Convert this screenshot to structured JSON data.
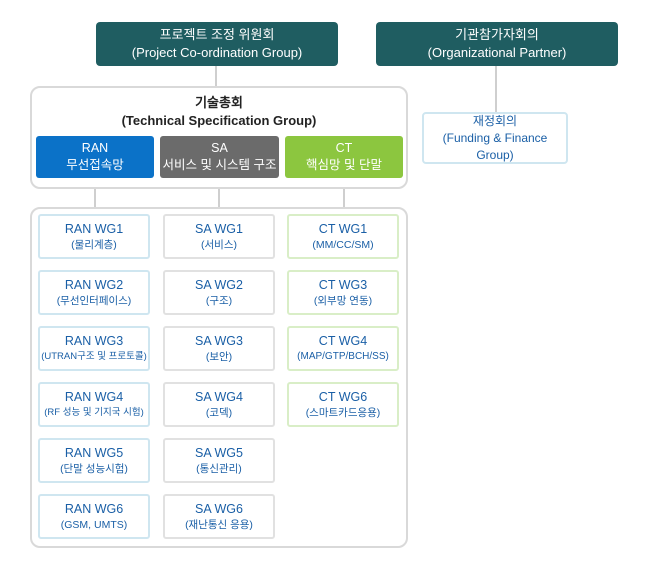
{
  "top_boxes": {
    "pcg": {
      "title": "프로젝트 조정 위원회",
      "subtitle": "(Project Co-ordination Group)"
    },
    "op": {
      "title": "기관참가자회의",
      "subtitle": "(Organizational Partner)"
    }
  },
  "tsg": {
    "title": "기술총회",
    "subtitle": "(Technical Specification Group)",
    "groups": [
      {
        "name": "RAN",
        "desc": "무선접속망",
        "color": "#0b72c8"
      },
      {
        "name": "SA",
        "desc": "서비스 및 시스템 구조",
        "color": "#6b6b6b"
      },
      {
        "name": "CT",
        "desc": "핵심망 및 단말",
        "color": "#8cc63f"
      }
    ]
  },
  "funding": {
    "title": "재정회의",
    "subtitle": "(Funding & Finance Group)"
  },
  "working_groups": {
    "ran": [
      {
        "name": "RAN WG1",
        "desc": "(물리계층)"
      },
      {
        "name": "RAN WG2",
        "desc": "(무선인터페이스)"
      },
      {
        "name": "RAN WG3",
        "desc": "(UTRAN구조 및 프로토콜)"
      },
      {
        "name": "RAN WG4",
        "desc": "(RF 성능 및 기지국 시험)"
      },
      {
        "name": "RAN WG5",
        "desc": "(단말 성능시험)"
      },
      {
        "name": "RAN WG6",
        "desc": "(GSM, UMTS)"
      }
    ],
    "sa": [
      {
        "name": "SA WG1",
        "desc": "(서비스)"
      },
      {
        "name": "SA WG2",
        "desc": "(구조)"
      },
      {
        "name": "SA WG3",
        "desc": "(보안)"
      },
      {
        "name": "SA WG4",
        "desc": "(코덱)"
      },
      {
        "name": "SA WG5",
        "desc": "(통신관리)"
      },
      {
        "name": "SA WG6",
        "desc": "(재난통신 응용)"
      }
    ],
    "ct": [
      {
        "name": "CT WG1",
        "desc": "(MM/CC/SM)"
      },
      {
        "name": "CT WG3",
        "desc": "(외부망 연동)"
      },
      {
        "name": "CT WG4",
        "desc": "(MAP/GTP/BCH/SS)"
      },
      {
        "name": "CT WG6",
        "desc": "(스마트카드응용)"
      }
    ]
  }
}
